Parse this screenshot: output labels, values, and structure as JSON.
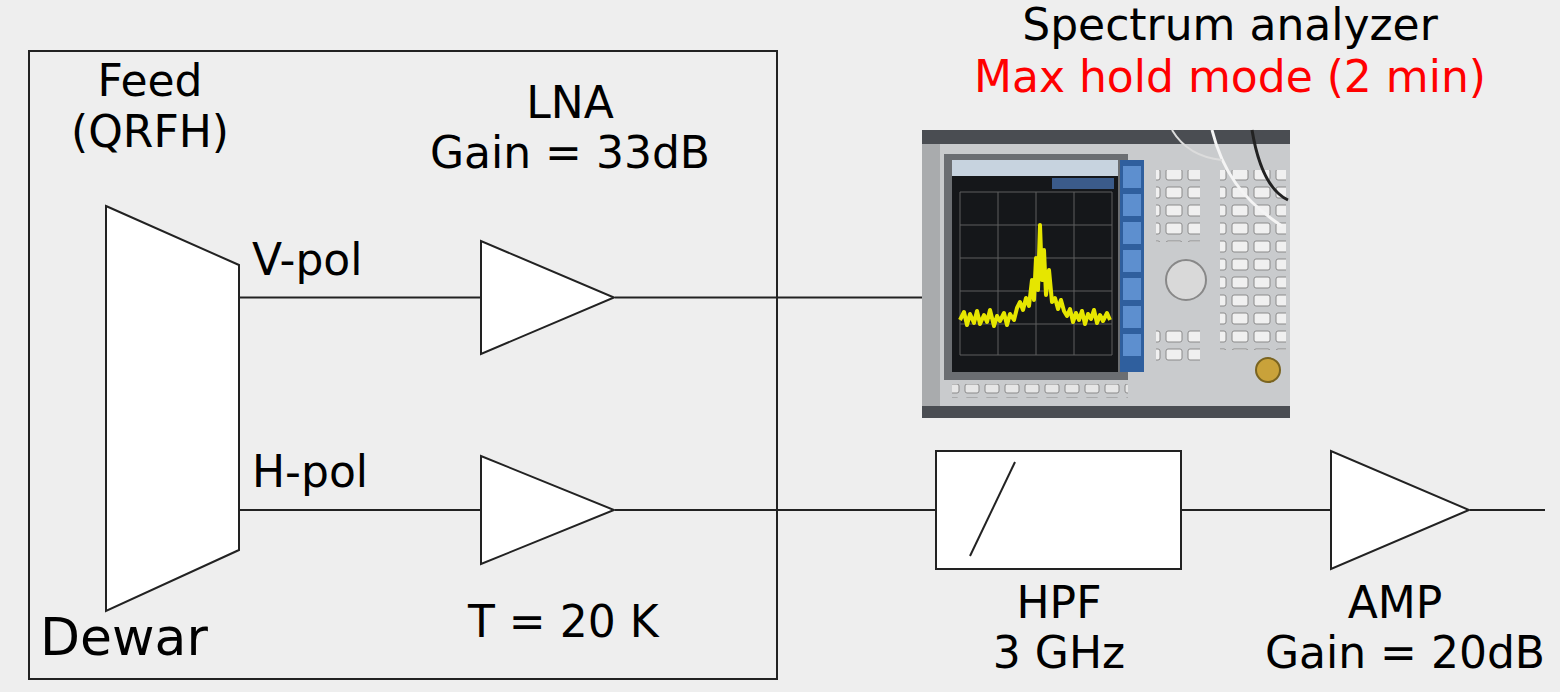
{
  "diagram": {
    "nodes": [
      {
        "text": [
          "Dewar"
        ]
      },
      {
        "text": [
          "Feed (QRFH)"
        ],
        "in": 0
      },
      {
        "text": [
          "LNA",
          "Gain = 33dB"
        ],
        "in": 0
      },
      {
        "text": [
          "T = 20 K"
        ],
        "in": 0
      },
      {
        "text": [
          "Spectrum analyzer",
          "Max hold mode (2 min)"
        ]
      },
      {
        "text": [
          "HPF",
          "3 GHz"
        ]
      },
      {
        "text": [
          "AMP",
          "Gain = 20dB"
        ]
      }
    ],
    "edges": [
      {
        "from": 1,
        "to": 2,
        "label": "V-pol",
        "arrow": "none"
      },
      {
        "from": 1,
        "to": 3,
        "label": "H-pol",
        "arrow": "none"
      },
      {
        "from": 2,
        "to": 4,
        "arrow": "none"
      },
      {
        "from": 3,
        "to": 5,
        "arrow": "none"
      },
      {
        "from": 5,
        "to": 6,
        "arrow": "none"
      }
    ]
  }
}
